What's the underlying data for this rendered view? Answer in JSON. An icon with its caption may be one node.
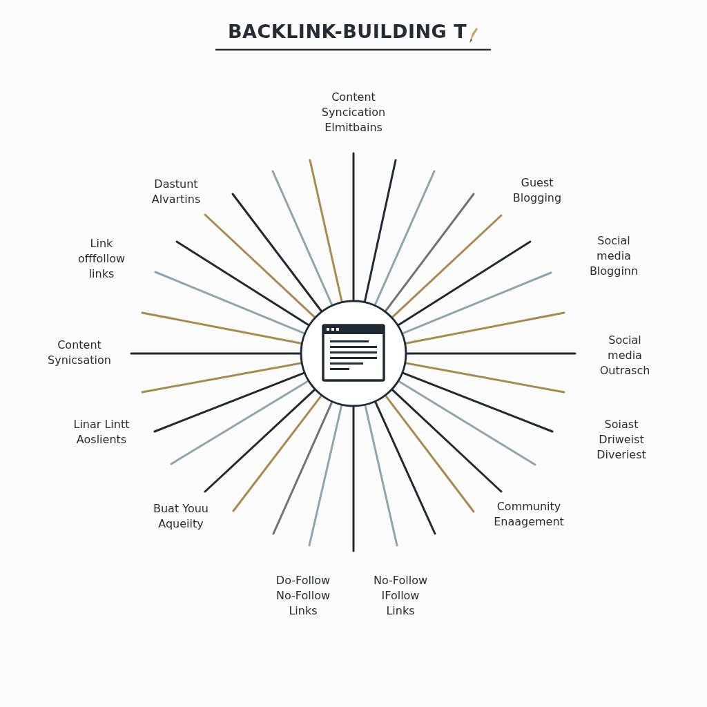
{
  "diagram": {
    "title": "BACKLINK-BUILDING T",
    "nodes": [
      {
        "text": [],
        "shape": "circle"
      }
    ],
    "labels": [
      "Content Syncication Elmitbains",
      "Dastunt Alvartins",
      "Guest Blogging",
      "Link offfollow links",
      "Social media Blogginn",
      "Content Synicsation",
      "Social media Outrasch",
      "Linar Lintt Aoslients",
      "Soiast Driweist Diveriest",
      "Buat Youu Aqueiity",
      "Community Enaagement",
      "Do-Follow No-Follow Links",
      "No-Follow IFollow Links"
    ]
  }
}
